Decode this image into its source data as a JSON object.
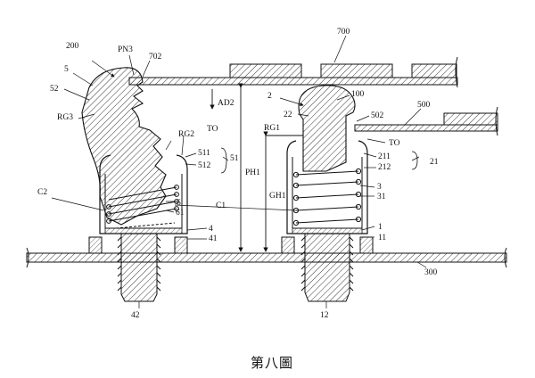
{
  "figure": {
    "caption": "第八圖",
    "labels": {
      "n200": "200",
      "n5": "5",
      "n52": "52",
      "rg3": "RG3",
      "pn3": "PN3",
      "n702": "702",
      "ad2": "AD2",
      "rg2": "RG2",
      "to_left": "TO",
      "n511": "511",
      "n512": "512",
      "n51": "51",
      "c2": "C2",
      "n6": "6",
      "n61": "61",
      "n4": "4",
      "n41": "41",
      "n42": "42",
      "ph1": "PH1",
      "gh1": "GH1",
      "c1": "C1",
      "n700": "700",
      "n2": "2",
      "n22": "22",
      "n100": "100",
      "rg1": "RG1",
      "n502": "502",
      "n500": "500",
      "to_right": "TO",
      "n211": "211",
      "n212": "212",
      "n21": "21",
      "n3": "3",
      "n31": "31",
      "n1": "1",
      "n11": "11",
      "n300": "300",
      "n12": "12"
    }
  }
}
